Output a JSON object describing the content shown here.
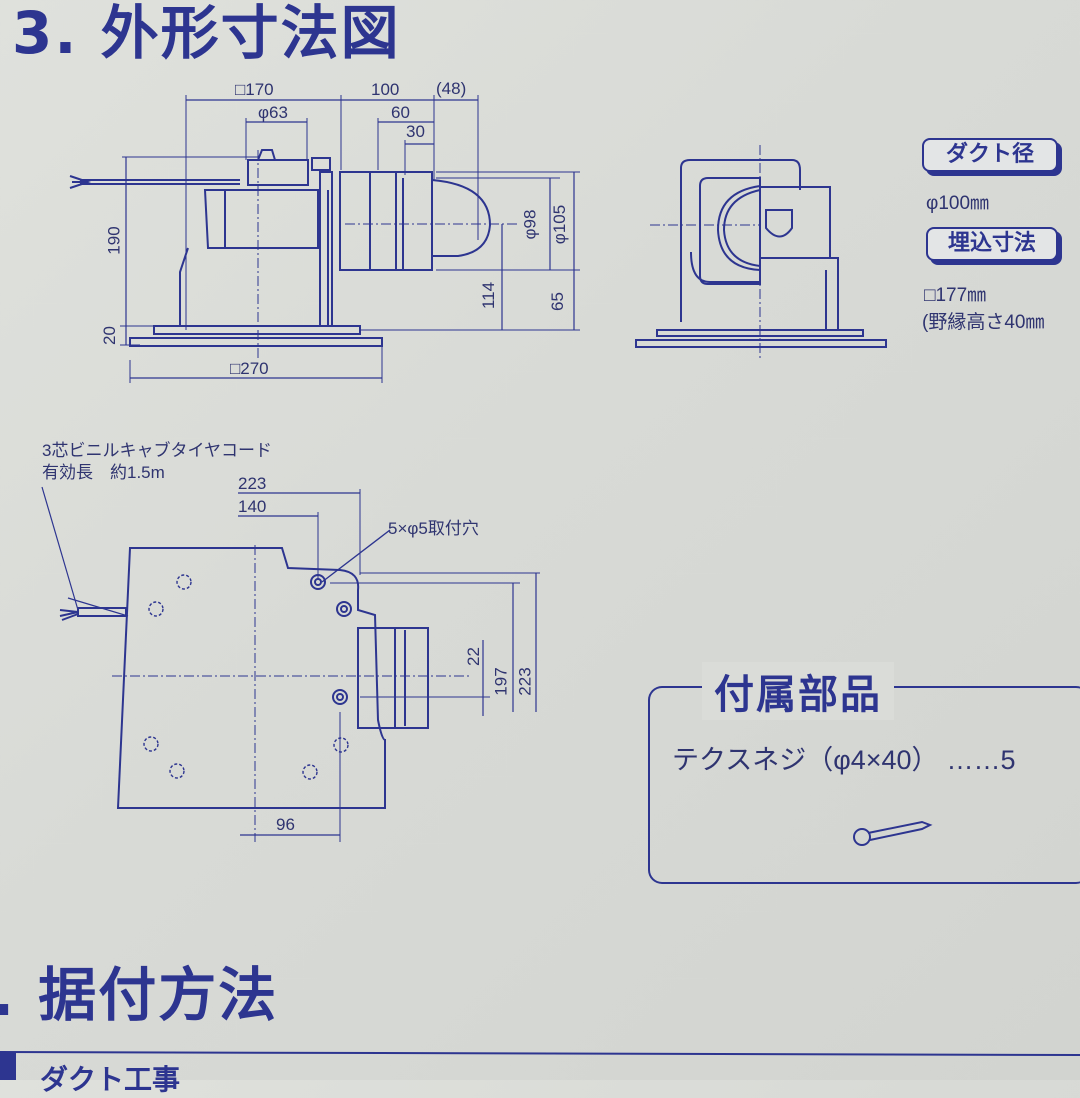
{
  "section3": {
    "title": "3. 外形寸法図"
  },
  "side_view": {
    "dimensions": {
      "width_top": "□170",
      "fan_diameter": "φ63",
      "duct_length": "100",
      "duct_extra": "(48)",
      "d60": "60",
      "d30": "30",
      "height": "190",
      "flange": "20",
      "panel": "□270",
      "center_height": "114",
      "bottom_offset": "65",
      "duct_inner": "φ98",
      "duct_outer": "φ105"
    }
  },
  "specs": {
    "duct_label": "ダクト径",
    "duct_value": "φ100㎜",
    "embed_label": "埋込寸法",
    "embed_value": "□177㎜",
    "embed_note": "(野縁高さ40㎜"
  },
  "top_view": {
    "cord_note_line1": "3芯ビニルキャブタイヤコード",
    "cord_note_line2": "有効長　約1.5m",
    "mounting_holes": "5×φ5取付穴",
    "dimensions": {
      "d223_h": "223",
      "d140": "140",
      "d22": "22",
      "d197": "197",
      "d223_v": "223",
      "d96": "96"
    }
  },
  "accessories": {
    "title": "付属部品",
    "item": "テクスネジ（φ4×40）",
    "dots": "……5"
  },
  "section4": {
    "title": ". 据付方法",
    "subheading": "ダクト工事"
  }
}
